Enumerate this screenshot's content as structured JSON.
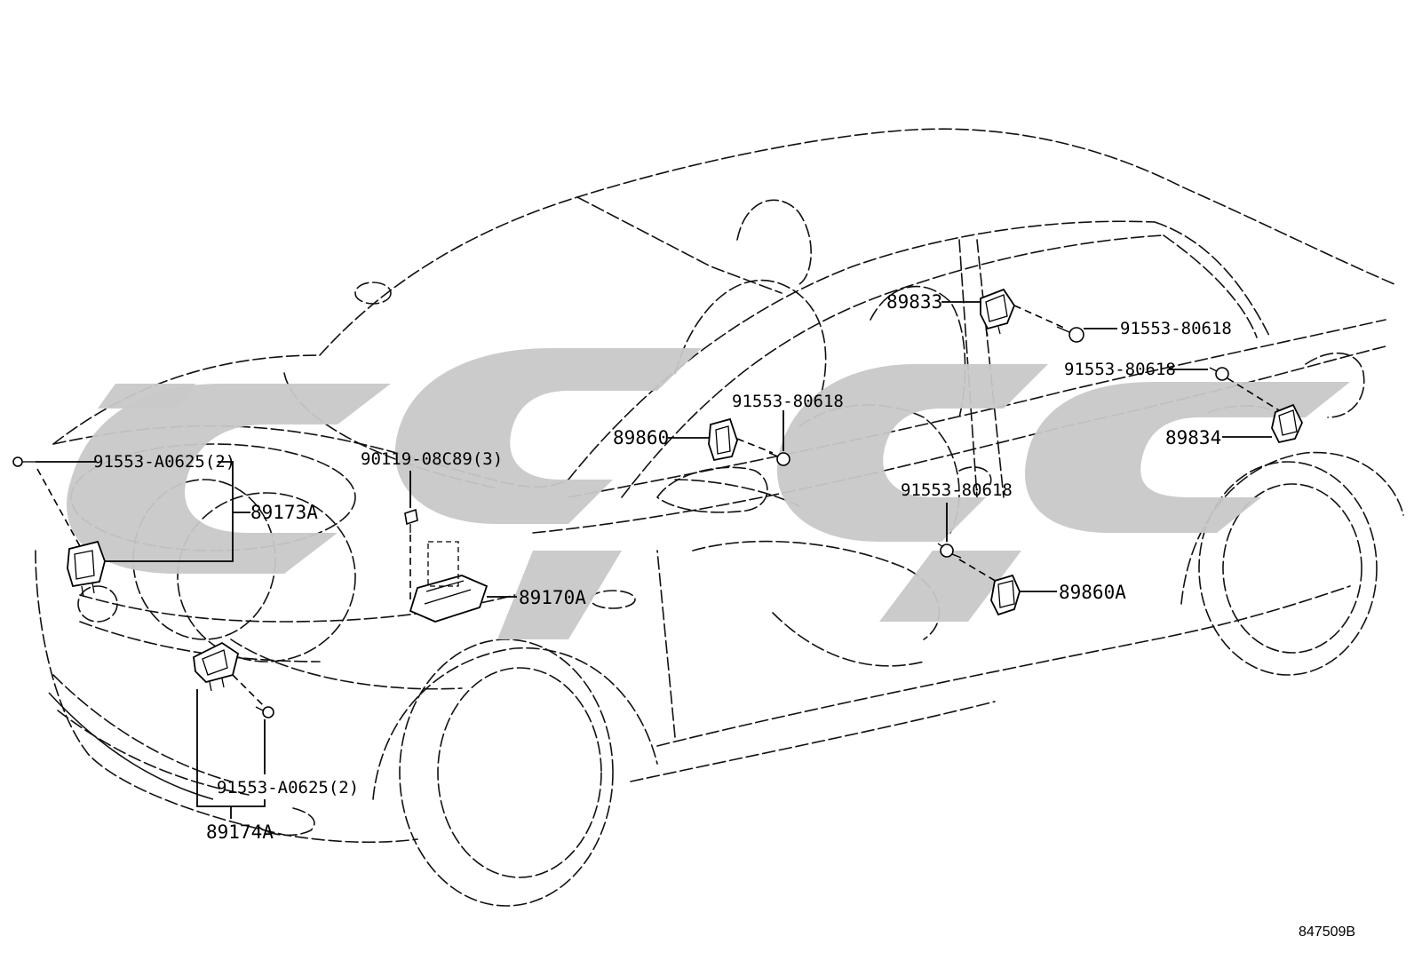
{
  "parts": {
    "sensor_front_left": "89173A",
    "sensor_front_right": "89174A",
    "airbag_ecu": "89170A",
    "side_sensor_front": "89860",
    "side_sensor_front_a": "89860A",
    "side_sensor_rear_upper": "89833",
    "side_sensor_rear": "89834"
  },
  "fasteners": {
    "bolt_front_left": "91553-A0625(2)",
    "bolt_front_right": "91553-A0625(2)",
    "bolt_ecu": "90119-08C89(3)",
    "bolt_pillar_b": "91553-80618",
    "bolt_rear_upper": "91553-80618",
    "bolt_rear_lower": "91553-80618",
    "bolt_sill": "91553-80618"
  },
  "diagram_code": "847509B"
}
